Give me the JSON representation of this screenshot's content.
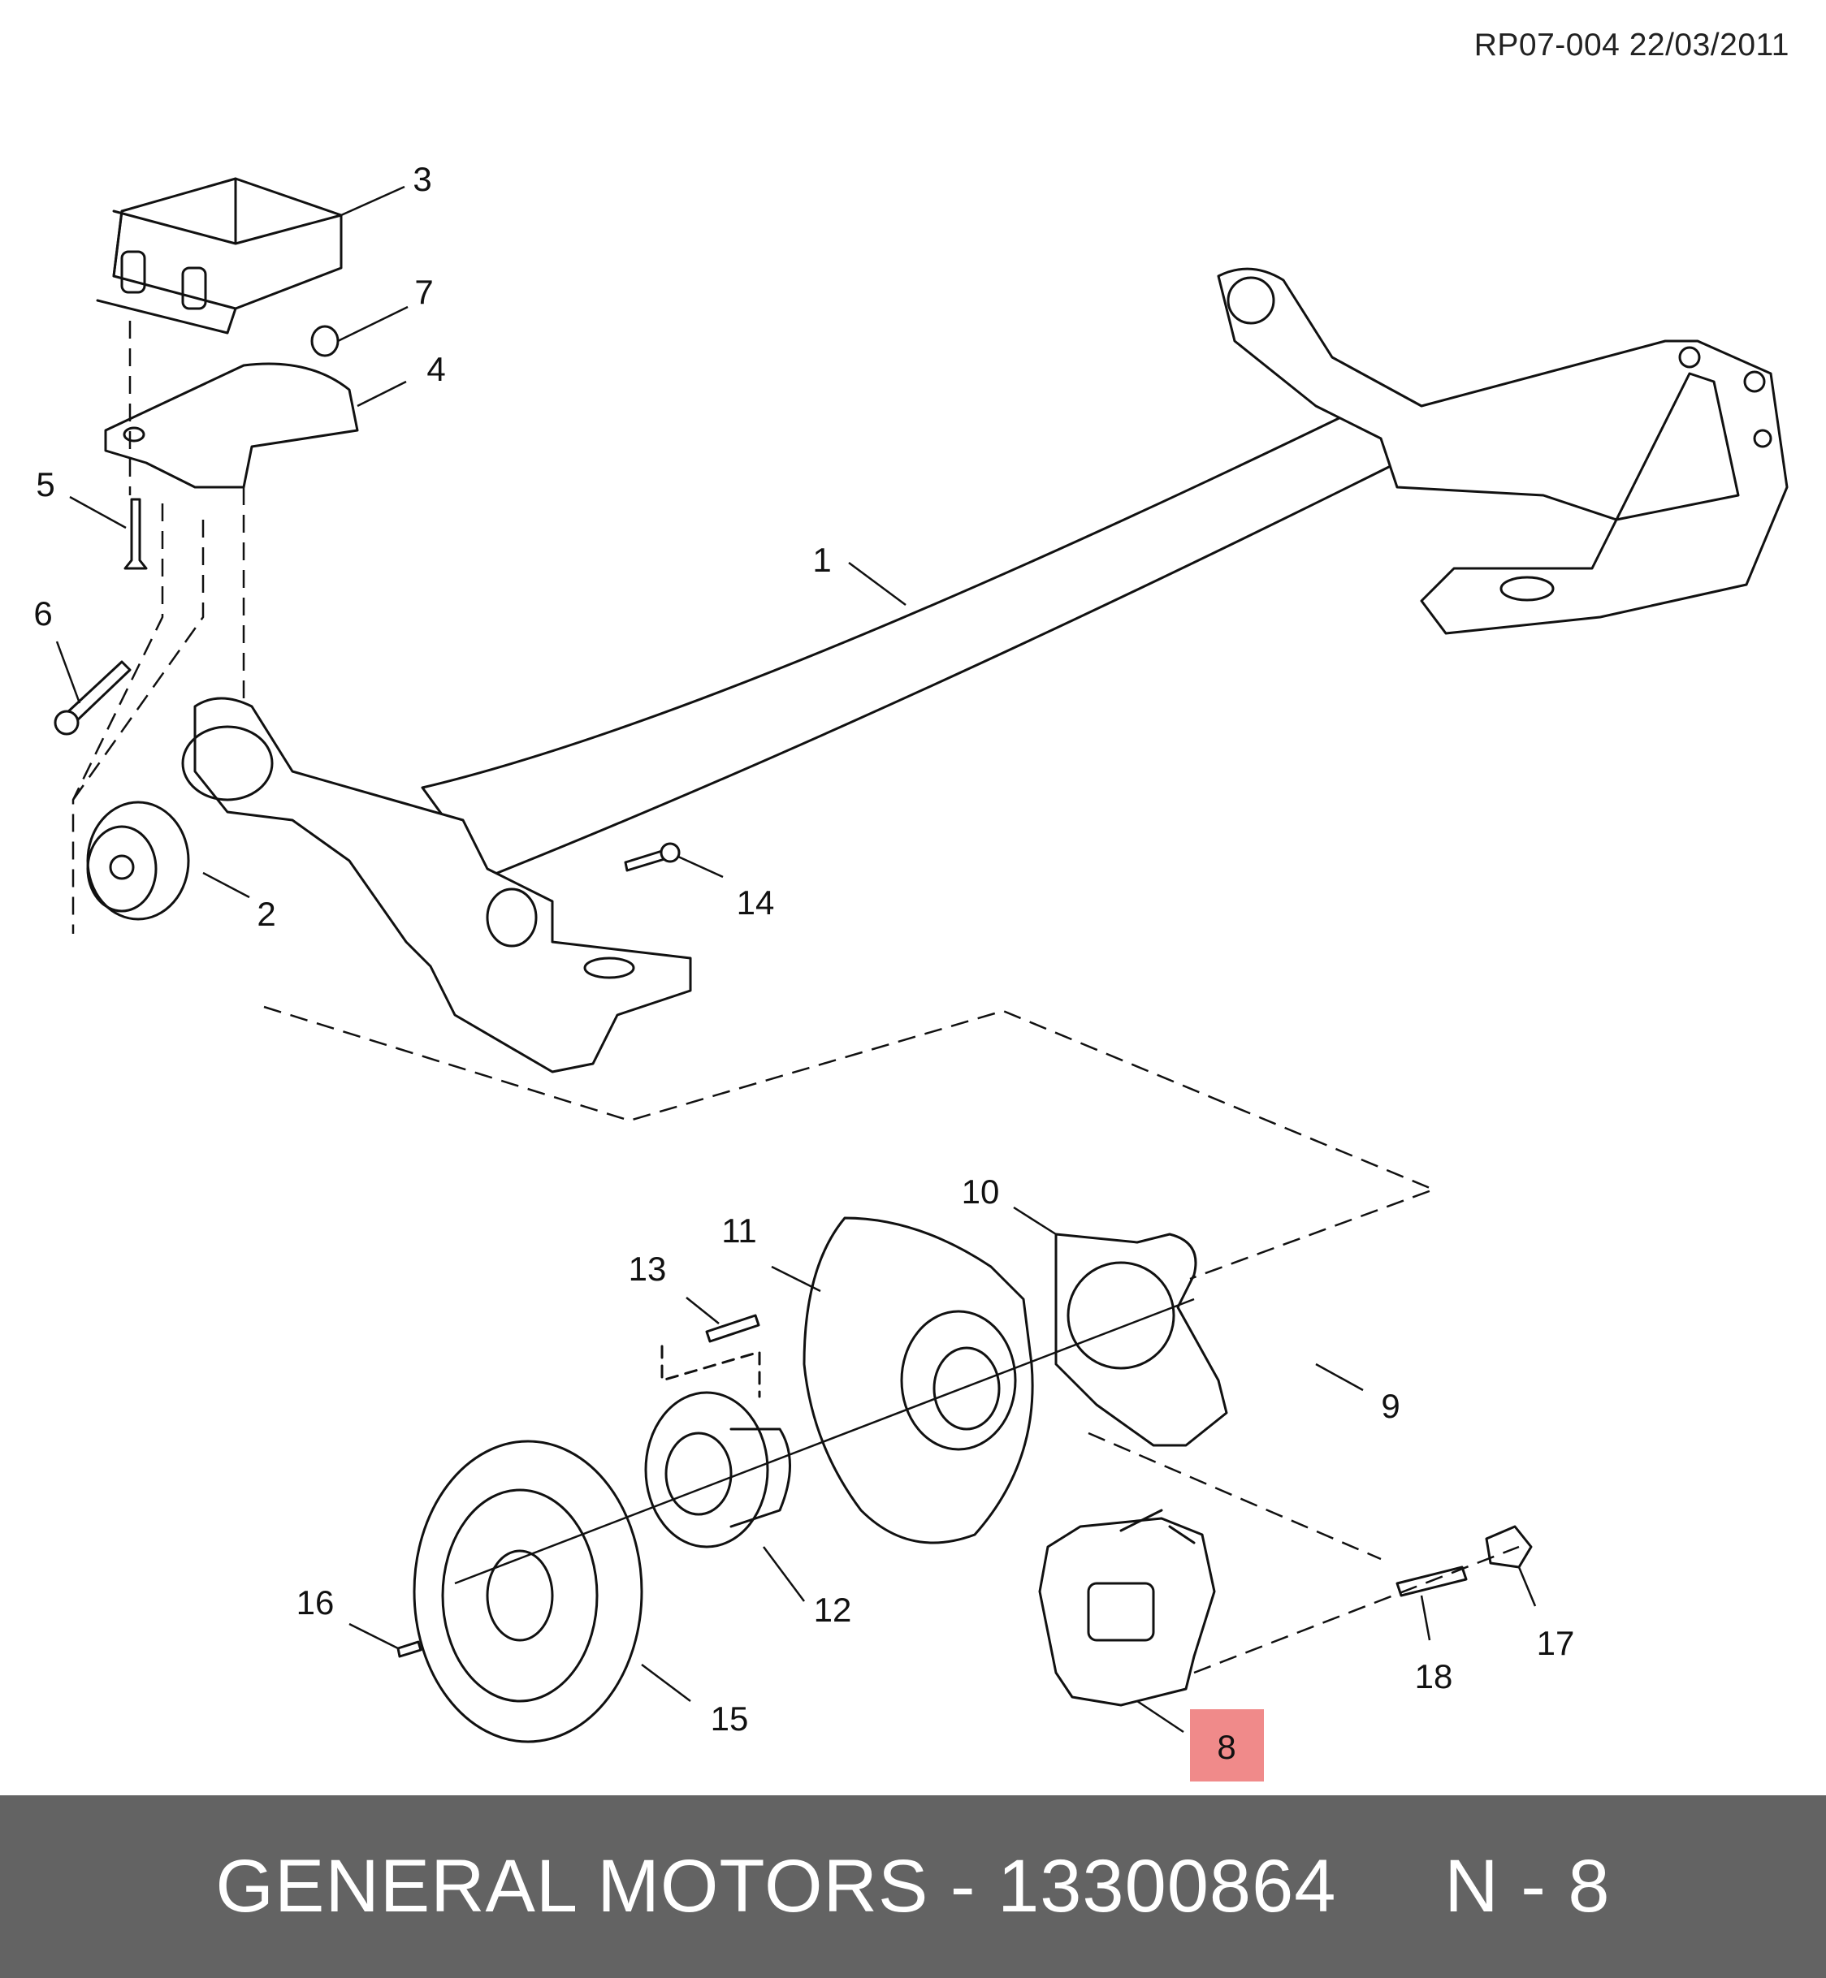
{
  "reference": "RP07-004 22/03/2011",
  "callouts": [
    "1",
    "2",
    "3",
    "4",
    "5",
    "6",
    "7",
    "8",
    "9",
    "10",
    "11",
    "12",
    "13",
    "14",
    "15",
    "16",
    "17",
    "18"
  ],
  "highlight": {
    "label": "8",
    "color": "#f08a8a"
  },
  "footer": {
    "text": "GENERAL MOTORS - 13300864     N - 8",
    "background": "#636363",
    "text_color": "#ffffff"
  }
}
